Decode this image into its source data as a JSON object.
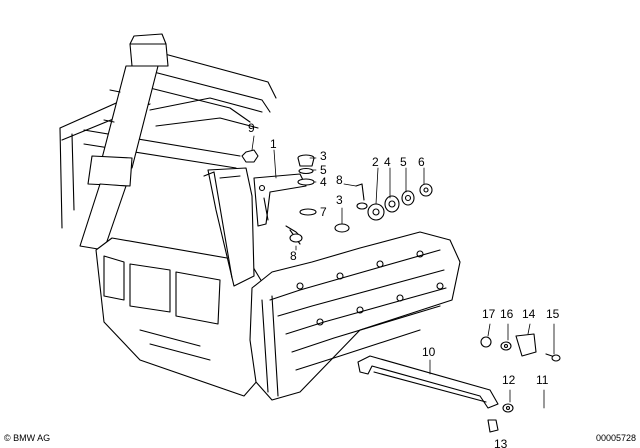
{
  "diagram": {
    "part_numbers": {
      "p1": "1",
      "p2": "2",
      "p3a": "3",
      "p3b": "3",
      "p4a": "4",
      "p4b": "4",
      "p5a": "5",
      "p5b": "5",
      "p6": "6",
      "p7": "7",
      "p8a": "8",
      "p8b": "8",
      "p9": "9",
      "p10": "10",
      "p11": "11",
      "p12": "12",
      "p13": "13",
      "p14": "14",
      "p15": "15",
      "p16": "16",
      "p17": "17"
    }
  },
  "footer": {
    "copyright": "© BMW AG",
    "image_code": "00005728"
  }
}
